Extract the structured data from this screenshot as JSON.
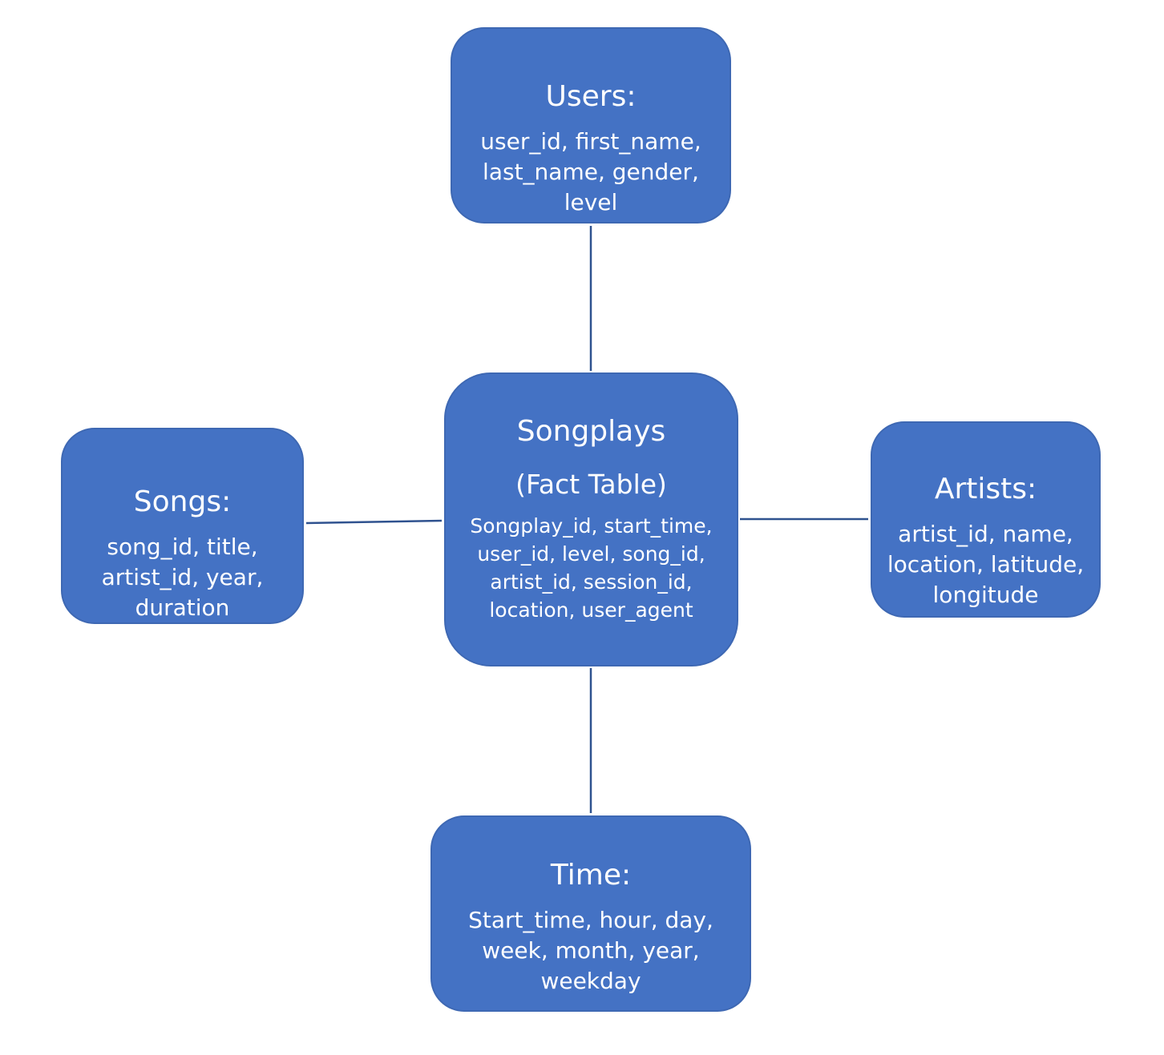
{
  "colors": {
    "node_fill": "#4472c4",
    "node_border": "#3e68b3",
    "connector": "#2f528f",
    "text": "#ffffff",
    "background": "#ffffff"
  },
  "diagram": {
    "fact": {
      "title": "Songplays",
      "subtitle": "(Fact Table)",
      "fields": "Songplay_id, start_time,\nuser_id, level, song_id,\nartist_id, session_id,\nlocation, user_agent"
    },
    "users": {
      "title": "Users:",
      "fields": "user_id, first_name,\nlast_name, gender,\nlevel"
    },
    "songs": {
      "title": "Songs:",
      "fields": "song_id, title,\nartist_id, year,\nduration"
    },
    "artists": {
      "title": "Artists:",
      "fields": "artist_id, name,\nlocation, latitude,\nlongitude"
    },
    "time": {
      "title": "Time:",
      "fields": "Start_time, hour, day,\nweek, month, year,\nweekday"
    }
  }
}
